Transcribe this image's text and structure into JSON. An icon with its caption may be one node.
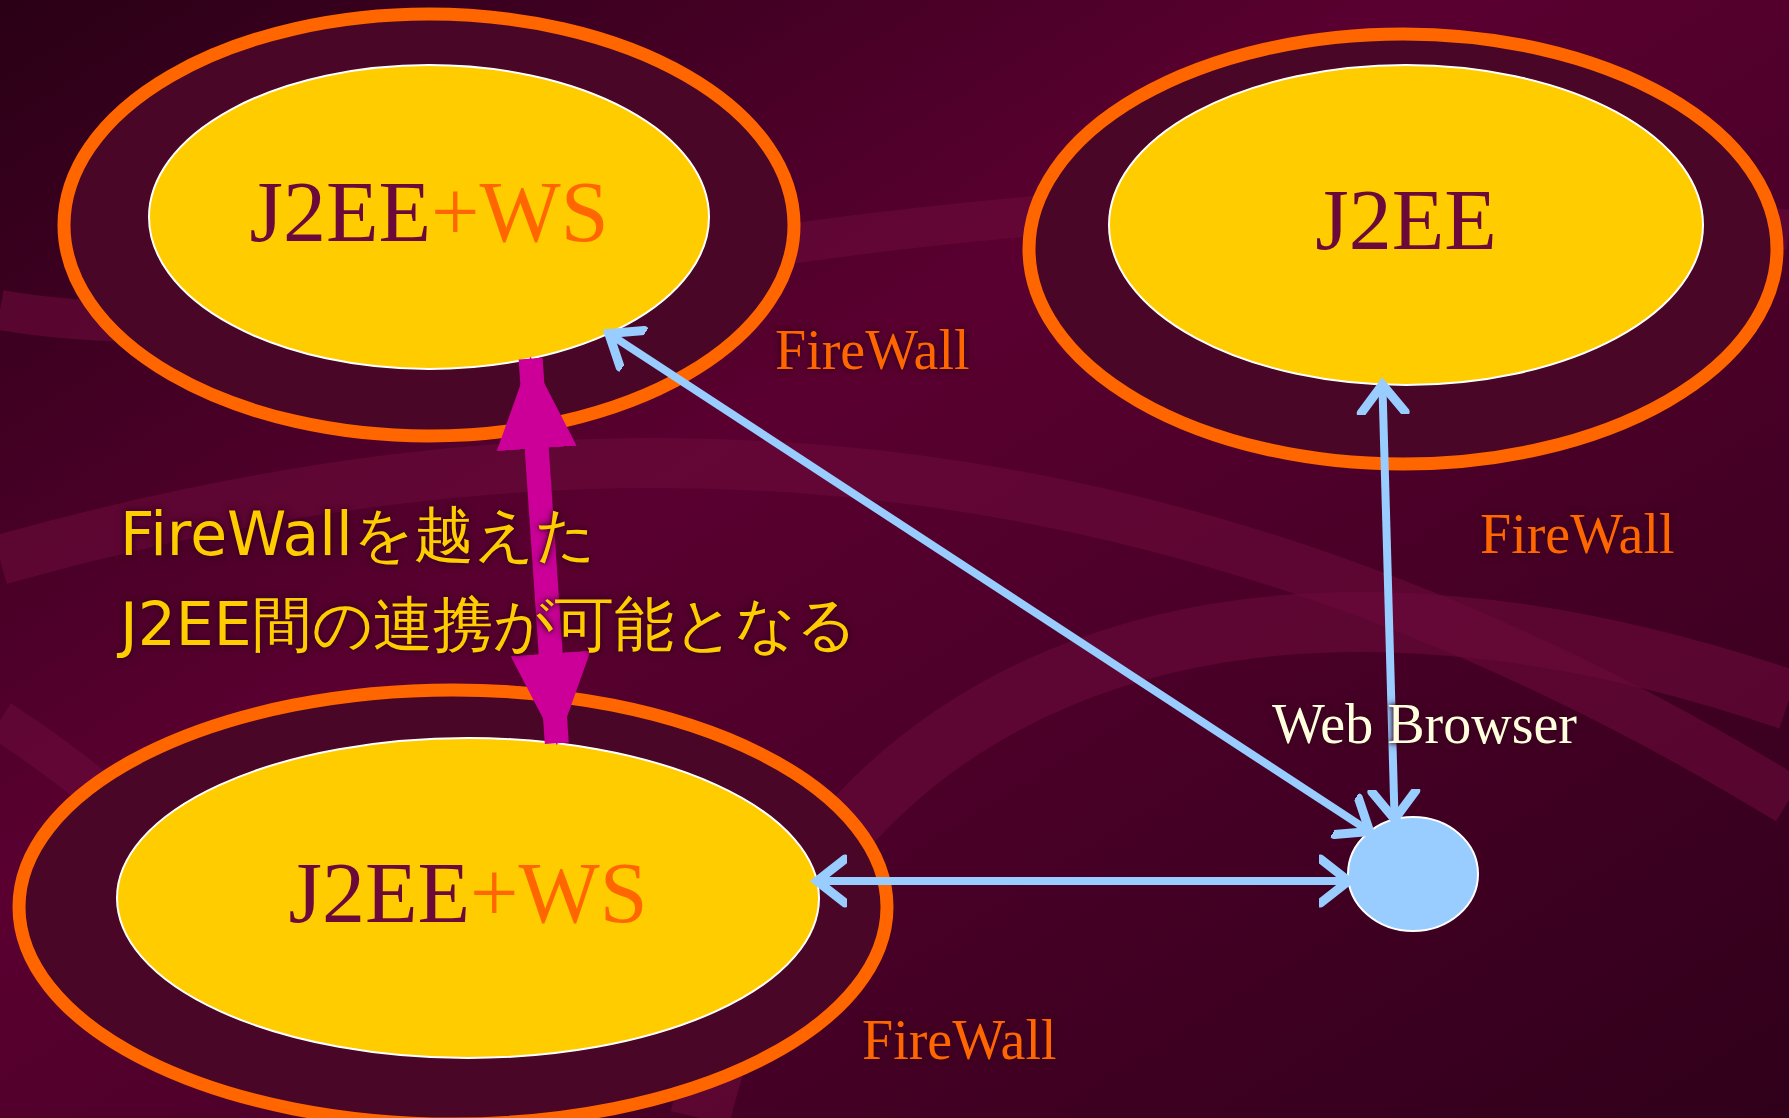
{
  "diagram": {
    "nodes": [
      {
        "text": [
          "FireWall"
        ]
      },
      {
        "text": [
          "J2EE",
          "+WS"
        ],
        "in": 0
      },
      {
        "text": [
          "FireWall"
        ]
      },
      {
        "text": [
          "J2EE"
        ],
        "in": 2
      },
      {
        "text": [
          "FireWall"
        ]
      },
      {
        "text": [
          "J2EE",
          "+WS"
        ],
        "in": 4
      },
      {
        "text": [],
        "shape": "circle",
        "beside": [
          "Web Browser"
        ]
      }
    ],
    "edges": [
      {
        "from": 1,
        "to": 6,
        "arrow": "both"
      },
      {
        "from": 3,
        "to": 6,
        "arrow": "both"
      },
      {
        "from": 5,
        "to": 6,
        "arrow": "both"
      },
      {
        "from": 1,
        "to": 5,
        "arrow": "both",
        "style": "thick",
        "color": "#cc0099"
      }
    ],
    "labels": [
      "FireWallを越えた",
      "J2EE間の連携が可能となる"
    ]
  }
}
